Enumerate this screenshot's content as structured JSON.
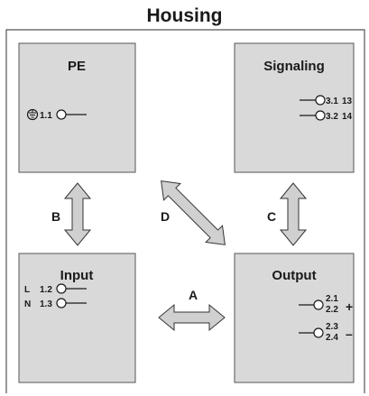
{
  "title": "Housing",
  "boxes": {
    "pe": {
      "label": "PE",
      "terminals": [
        {
          "id": "1.1"
        }
      ]
    },
    "signaling": {
      "label": "Signaling",
      "terminals": [
        {
          "id": "3.1",
          "num": "13"
        },
        {
          "id": "3.2",
          "num": "14"
        }
      ]
    },
    "input": {
      "label": "Input",
      "terminals": [
        {
          "name": "L",
          "id": "1.2"
        },
        {
          "name": "N",
          "id": "1.3"
        }
      ]
    },
    "output": {
      "label": "Output",
      "terminals": [
        {
          "top": "2.1",
          "bottom": "2.2",
          "polarity": "+"
        },
        {
          "top": "2.3",
          "bottom": "2.4",
          "polarity": "–"
        }
      ]
    }
  },
  "arrows": {
    "a": "A",
    "b": "B",
    "c": "C",
    "d": "D"
  },
  "colors": {
    "box_fill": "#d9d9d9",
    "box_stroke": "#555555",
    "arrow_fill": "#d0d0d0",
    "line": "#1a1a1a"
  },
  "icons": {
    "pe_terminal": "ground-symbol-icon",
    "terminal": "terminal-circle-icon"
  }
}
